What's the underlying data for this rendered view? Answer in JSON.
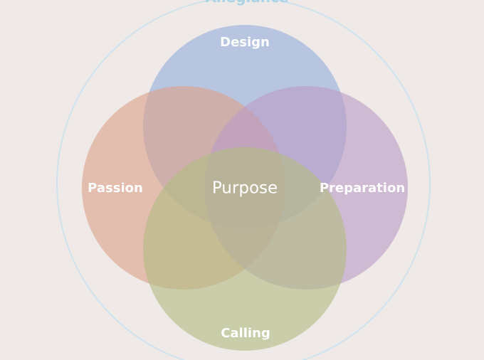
{
  "diagram": {
    "outer_label": "Allegiance",
    "center_label": "Purpose",
    "circles": {
      "design": {
        "label": "Design",
        "color": "#94aedb"
      },
      "passion": {
        "label": "Passion",
        "color": "#dba28a"
      },
      "preparation": {
        "label": "Preparation",
        "color": "#b99dc6"
      },
      "calling": {
        "label": "Calling",
        "color": "#b3bc83"
      }
    },
    "outer_ring_color": "#cfe3ee",
    "background": "#efeae7"
  }
}
